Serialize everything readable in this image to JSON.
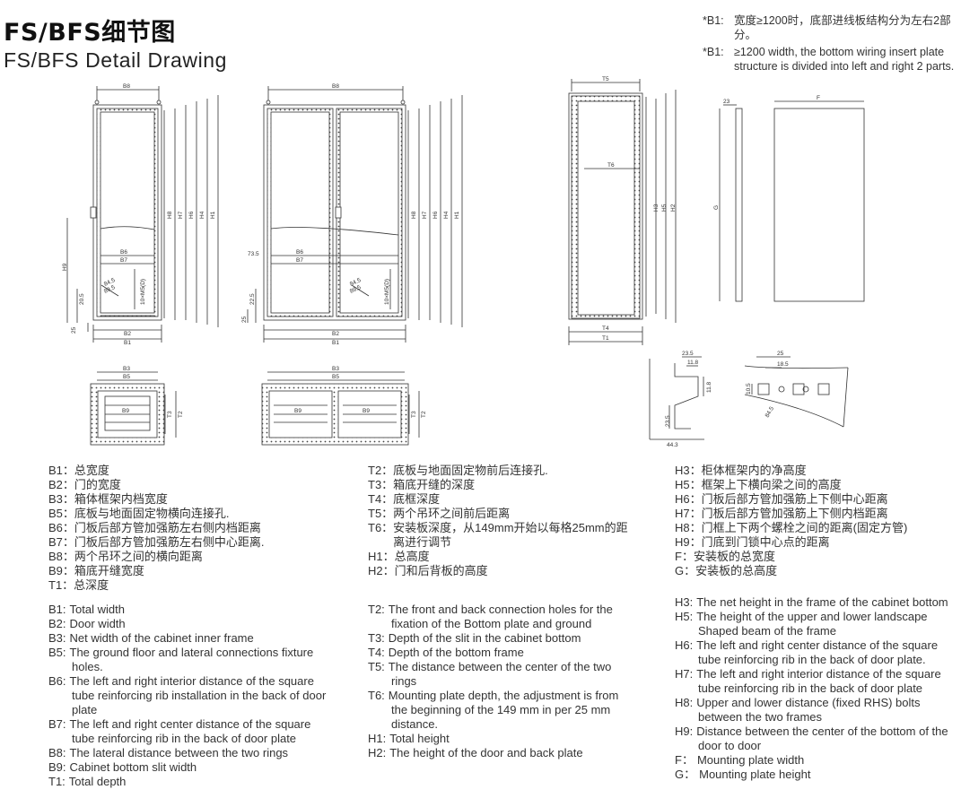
{
  "header": {
    "title_cn": "FS/BFS细节图",
    "title_en": "FS/BFS Detail Drawing"
  },
  "notes": {
    "cn_star": "*B1:",
    "cn_text": "宽度≥1200时，底部进线板结构分为左右2部分。",
    "en_star": "*B1:",
    "en_text": "≥1200 width, the bottom wiring insert plate structure is divided into left and right 2 parts."
  },
  "dim_labels": {
    "B8": "B8",
    "H8": "H8",
    "H7": "H7",
    "H6": "H6",
    "H4": "H4",
    "H1": "H1",
    "B6": "B6",
    "B7": "B7",
    "H9": "H9",
    "v20_5": "20.5",
    "v25": "25",
    "d84_5": "84.5",
    "d89_5": "89.5",
    "v10": "10×M5(D)",
    "B2": "B2",
    "B1": "B1",
    "v73_5": "73.5",
    "v22_5": "22.5",
    "B3": "B3",
    "B5": "B5",
    "B9": "B9",
    "T3": "T3",
    "T2": "T2",
    "T5": "T5",
    "T6": "T6",
    "H3": "H3",
    "H5": "H5",
    "H2": "H2",
    "T4": "T4",
    "T1": "T1",
    "d23": "23",
    "F": "F",
    "G": "G",
    "d23_5": "23.5",
    "d11_8": "11.8",
    "d44_3": "44.3",
    "d25": "25",
    "d18_5": "18.5",
    "d10_5": "10.5"
  },
  "legend": {
    "cn_col1": [
      {
        "k": "B1：",
        "v": "总宽度"
      },
      {
        "k": "B2：",
        "v": "门的宽度"
      },
      {
        "k": "B3：",
        "v": "箱体框架内档宽度"
      },
      {
        "k": "B5：",
        "v": "底板与地面固定物横向连接孔."
      },
      {
        "k": "B6：",
        "v": "门板后部方管加强筋左右侧内档距离"
      },
      {
        "k": "B7：",
        "v": "门板后部方管加强筋左右侧中心距离."
      },
      {
        "k": "B8：",
        "v": "两个吊环之间的横向距离"
      },
      {
        "k": "B9：",
        "v": "箱底开缝宽度"
      },
      {
        "k": "T1：",
        "v": "总深度"
      }
    ],
    "cn_col2": [
      {
        "k": "T2：",
        "v": "底板与地面固定物前后连接孔."
      },
      {
        "k": "T3：",
        "v": "箱底开缝的深度"
      },
      {
        "k": "T4：",
        "v": "底框深度"
      },
      {
        "k": "T5：",
        "v": "两个吊环之间前后距离"
      },
      {
        "k": "T6：",
        "v": "安装板深度，从149mm开始以每格25mm的距离进行调节"
      },
      {
        "k": "H1：",
        "v": "总高度"
      },
      {
        "k": "H2：",
        "v": "门和后背板的高度"
      }
    ],
    "cn_col3": [
      {
        "k": "H3：",
        "v": "柜体框架内的净高度"
      },
      {
        "k": "H5：",
        "v": "框架上下横向梁之间的高度"
      },
      {
        "k": "H6：",
        "v": "门板后部方管加强筋上下侧中心距离"
      },
      {
        "k": "H7：",
        "v": "门板后部方管加强筋上下侧内档距离"
      },
      {
        "k": "H8：",
        "v": "门框上下两个螺栓之间的距离(固定方管)"
      },
      {
        "k": "H9：",
        "v": "门底到门锁中心点的距离"
      },
      {
        "k": "F：",
        "v": "安装板的总宽度"
      },
      {
        "k": "G：",
        "v": "安装板的总高度"
      }
    ],
    "en_col1": [
      {
        "k": "B1:",
        "v": "Total width"
      },
      {
        "k": "B2:",
        "v": "Door width"
      },
      {
        "k": "B3:",
        "v": "Net width of the cabinet inner frame"
      },
      {
        "k": "B5:",
        "v": "The ground floor and lateral connections fixture holes."
      },
      {
        "k": "B6:",
        "v": "The left and right interior distance of the square tube reinforcing rib installation in the back of door plate"
      },
      {
        "k": "B7:",
        "v": "The left and right center distance of the square tube reinforcing rib in the back of door plate"
      },
      {
        "k": "B8:",
        "v": "The lateral distance between the two rings"
      },
      {
        "k": "B9:",
        "v": "Cabinet bottom slit width"
      },
      {
        "k": "T1:",
        "v": "Total depth"
      }
    ],
    "en_col2": [
      {
        "k": "T2:",
        "v": "The front and back connection holes for the fixation of the Bottom plate and ground"
      },
      {
        "k": "T3:",
        "v": "Depth of the slit in the cabinet bottom"
      },
      {
        "k": "T4:",
        "v": "Depth of the bottom frame"
      },
      {
        "k": "T5:",
        "v": "The distance between the center of the two rings"
      },
      {
        "k": "T6:",
        "v": "Mounting plate depth, the adjustment is from the beginning of the 149 mm in per 25 mm distance."
      },
      {
        "k": "H1:",
        "v": "Total height"
      },
      {
        "k": "H2:",
        "v": "The height of the door and back plate"
      }
    ],
    "en_col3": [
      {
        "k": "H3:",
        "v": "The net height in the frame of the cabinet bottom"
      },
      {
        "k": "H5:",
        "v": "The height of the upper and lower landscape Shaped beam of the frame"
      },
      {
        "k": "H6:",
        "v": "The left and right center distance of the square tube reinforcing rib in the back of door plate."
      },
      {
        "k": "H7:",
        "v": "The left and right interior distance of the square tube reinforcing rib in the back of door plate"
      },
      {
        "k": "H8:",
        "v": "Upper and lower distance (fixed RHS) bolts between the two frames"
      },
      {
        "k": "H9:",
        "v": "Distance between the center of the bottom of the door to door"
      },
      {
        "k": "F：",
        "v": "Mounting plate width"
      },
      {
        "k": "G：",
        "v": "Mounting plate height"
      }
    ]
  }
}
